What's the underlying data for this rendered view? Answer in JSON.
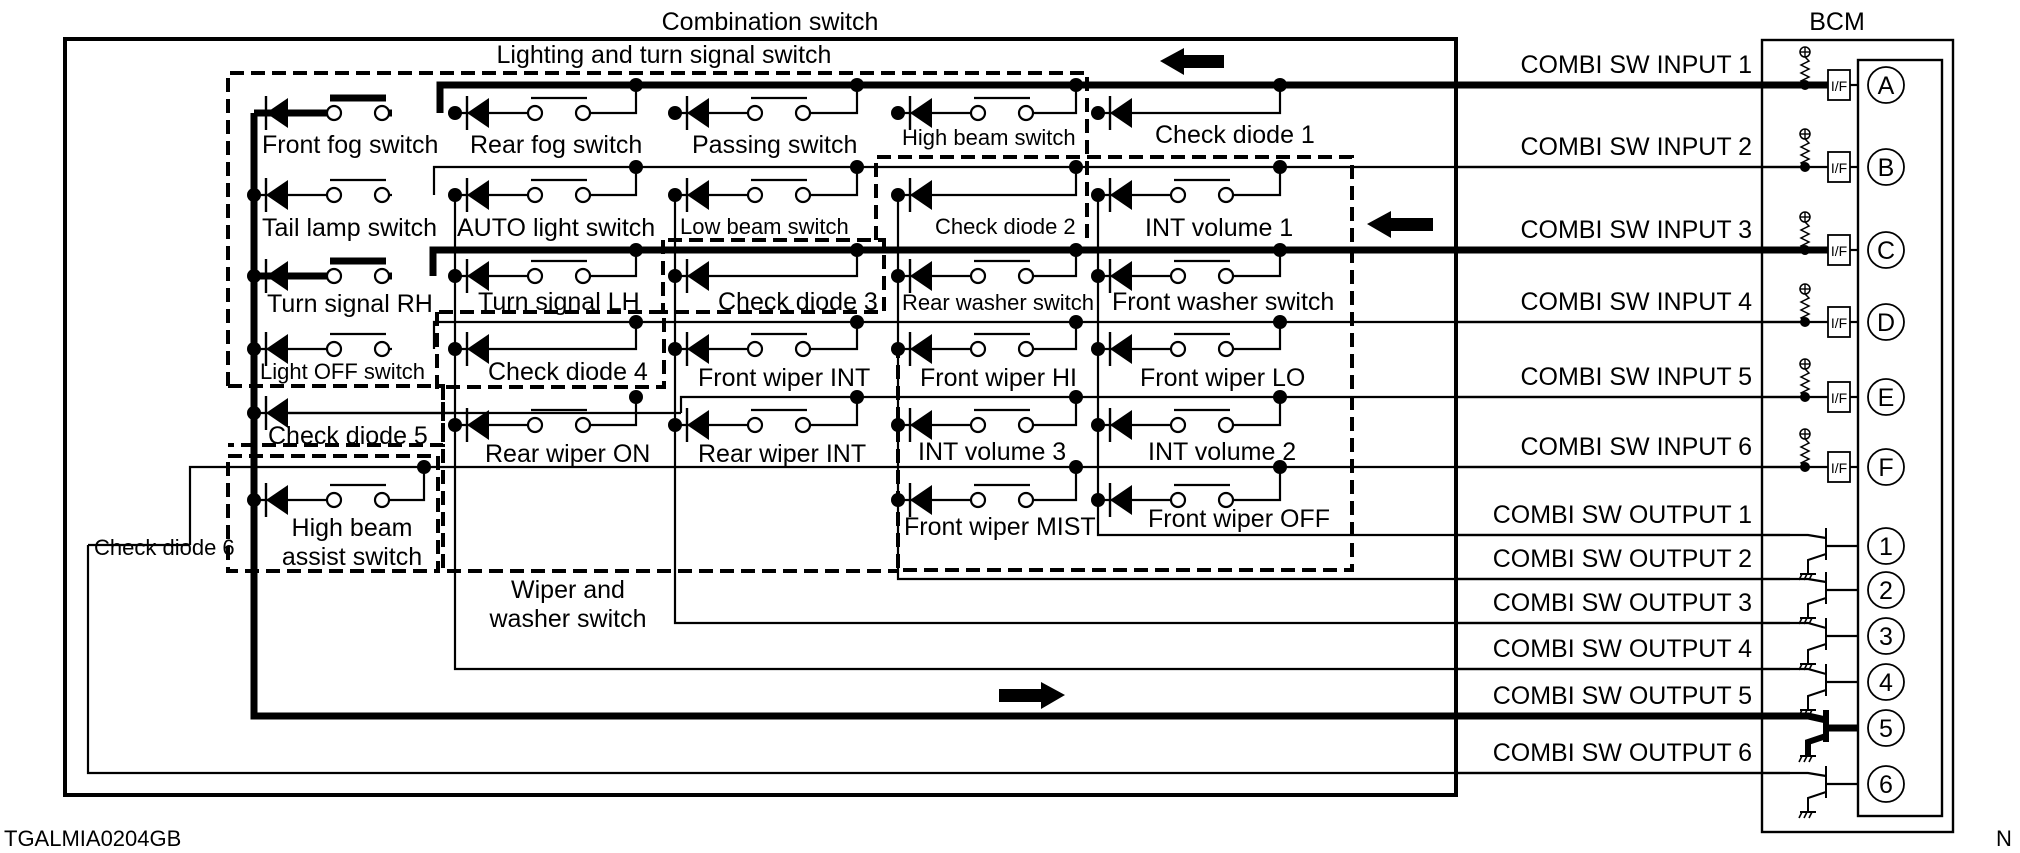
{
  "figure_id": "TGALMIA0204GB",
  "corner_mark": "N",
  "combination_switch": {
    "title": "Combination switch",
    "lighting_group_title": "Lighting and turn signal switch",
    "wiper_group_title_line1": "Wiper and",
    "wiper_group_title_line2": "washer switch",
    "switches": {
      "front_fog": "Front fog switch",
      "rear_fog": "Rear fog switch",
      "passing": "Passing switch",
      "high_beam": "High beam switch",
      "check_diode_1": "Check diode 1",
      "tail_lamp": "Tail lamp switch",
      "auto_light": "AUTO light switch",
      "low_beam": "Low beam switch",
      "check_diode_2": "Check diode 2",
      "int_volume_1": "INT volume 1",
      "turn_rh": "Turn signal RH",
      "turn_lh": "Turn signal LH",
      "check_diode_3": "Check diode 3",
      "rear_washer": "Rear washer switch",
      "front_washer": "Front washer switch",
      "light_off": "Light OFF switch",
      "check_diode_4": "Check diode 4",
      "front_wiper_int": "Front wiper INT",
      "front_wiper_hi": "Front wiper HI",
      "front_wiper_lo": "Front wiper LO",
      "check_diode_5": "Check diode 5",
      "rear_wiper_on": "Rear wiper ON",
      "rear_wiper_int": "Rear wiper INT",
      "int_volume_3": "INT volume 3",
      "int_volume_2": "INT volume 2",
      "high_beam_assist_line1": "High beam",
      "high_beam_assist_line2": "assist switch",
      "front_wiper_mist": "Front wiper MIST",
      "front_wiper_off": "Front wiper OFF",
      "check_diode_6": "Check diode 6"
    }
  },
  "bcm": {
    "title": "BCM",
    "interface_label": "I/F",
    "inputs": [
      {
        "label": "COMBI SW INPUT 1",
        "pin": "A"
      },
      {
        "label": "COMBI SW INPUT 2",
        "pin": "B"
      },
      {
        "label": "COMBI SW INPUT 3",
        "pin": "C"
      },
      {
        "label": "COMBI SW INPUT 4",
        "pin": "D"
      },
      {
        "label": "COMBI SW INPUT 5",
        "pin": "E"
      },
      {
        "label": "COMBI SW INPUT 6",
        "pin": "F"
      }
    ],
    "outputs": [
      {
        "label": "COMBI SW OUTPUT 1",
        "pin": "1"
      },
      {
        "label": "COMBI SW OUTPUT 2",
        "pin": "2"
      },
      {
        "label": "COMBI SW OUTPUT 3",
        "pin": "3"
      },
      {
        "label": "COMBI SW OUTPUT 4",
        "pin": "4"
      },
      {
        "label": "COMBI SW OUTPUT 5",
        "pin": "5"
      },
      {
        "label": "COMBI SW OUTPUT 6",
        "pin": "6"
      }
    ]
  }
}
